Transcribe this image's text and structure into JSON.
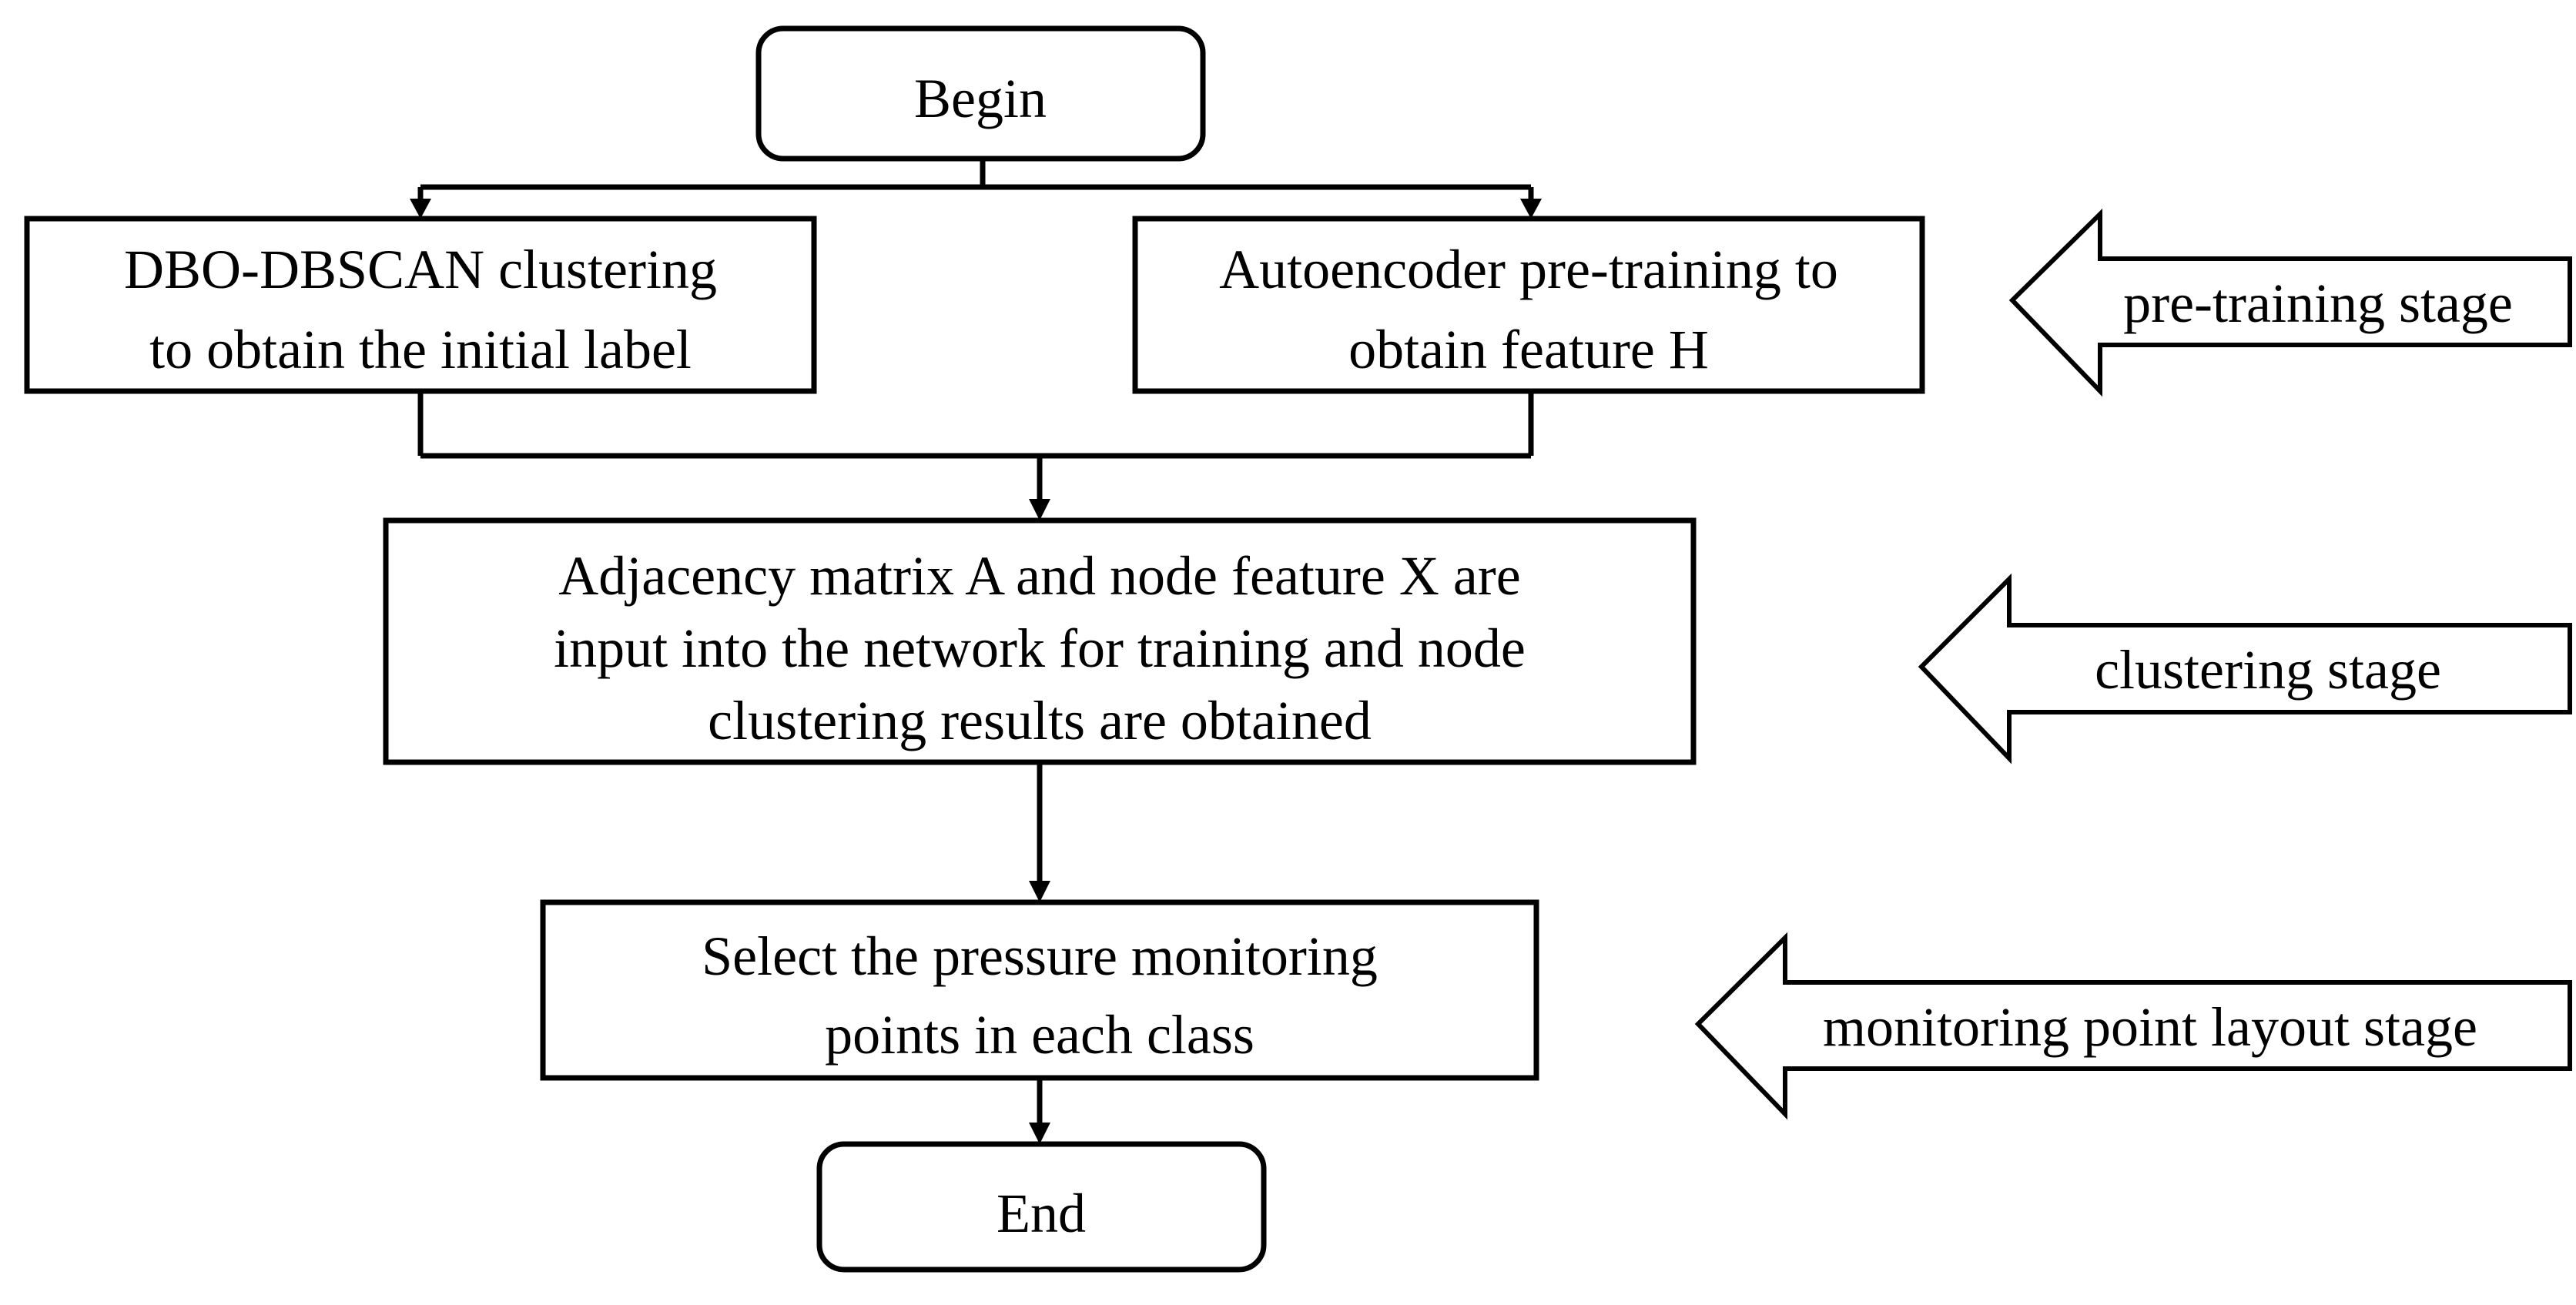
{
  "colors": {
    "stroke": "#000000",
    "fill": "#ffffff",
    "text": "#000000"
  },
  "nodes": {
    "begin": {
      "lines": [
        "Begin"
      ]
    },
    "dbscan": {
      "lines": [
        "DBO-DBSCAN clustering",
        "to obtain the initial label"
      ]
    },
    "autoencoder": {
      "lines": [
        "Autoencoder pre-training to",
        "obtain feature H"
      ]
    },
    "network": {
      "lines": [
        "Adjacency matrix A and node feature X are",
        "input into the network for training and node",
        "clustering results are obtained"
      ]
    },
    "select": {
      "lines": [
        "Select the pressure monitoring",
        "points in each class"
      ]
    },
    "end": {
      "lines": [
        "End"
      ]
    }
  },
  "stages": {
    "pretraining": {
      "label": "pre-training stage"
    },
    "clustering": {
      "label": "clustering stage"
    },
    "layout": {
      "label": "monitoring point layout stage"
    }
  }
}
